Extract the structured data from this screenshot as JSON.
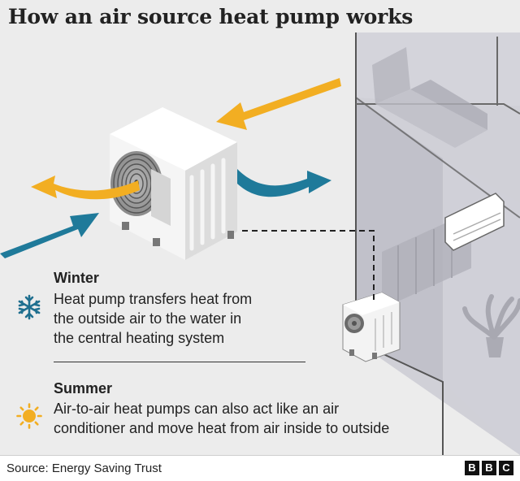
{
  "title": "How an air source heat pump works",
  "legend": {
    "winter": {
      "heading": "Winter",
      "lines": [
        "Heat pump transfers heat from",
        "the outside air to the water in",
        "the central heating system"
      ],
      "icon": "snowflake-icon"
    },
    "summer": {
      "heading": "Summer",
      "lines": [
        "Air-to-air heat pumps can also act like an air",
        "conditioner and move heat from air inside to outside"
      ],
      "icon": "sun-icon"
    }
  },
  "footer": {
    "source": "Source: Energy Saving Trust",
    "logo": [
      "B",
      "B",
      "C"
    ]
  },
  "colors": {
    "background": "#ececec",
    "warm_arrow": "#f2ae22",
    "cold_arrow": "#1f7a9a",
    "snowflake": "#1f6f8f",
    "sun": "#f2ae22",
    "house": "#c9c9d1",
    "house_outline": "#555555"
  }
}
